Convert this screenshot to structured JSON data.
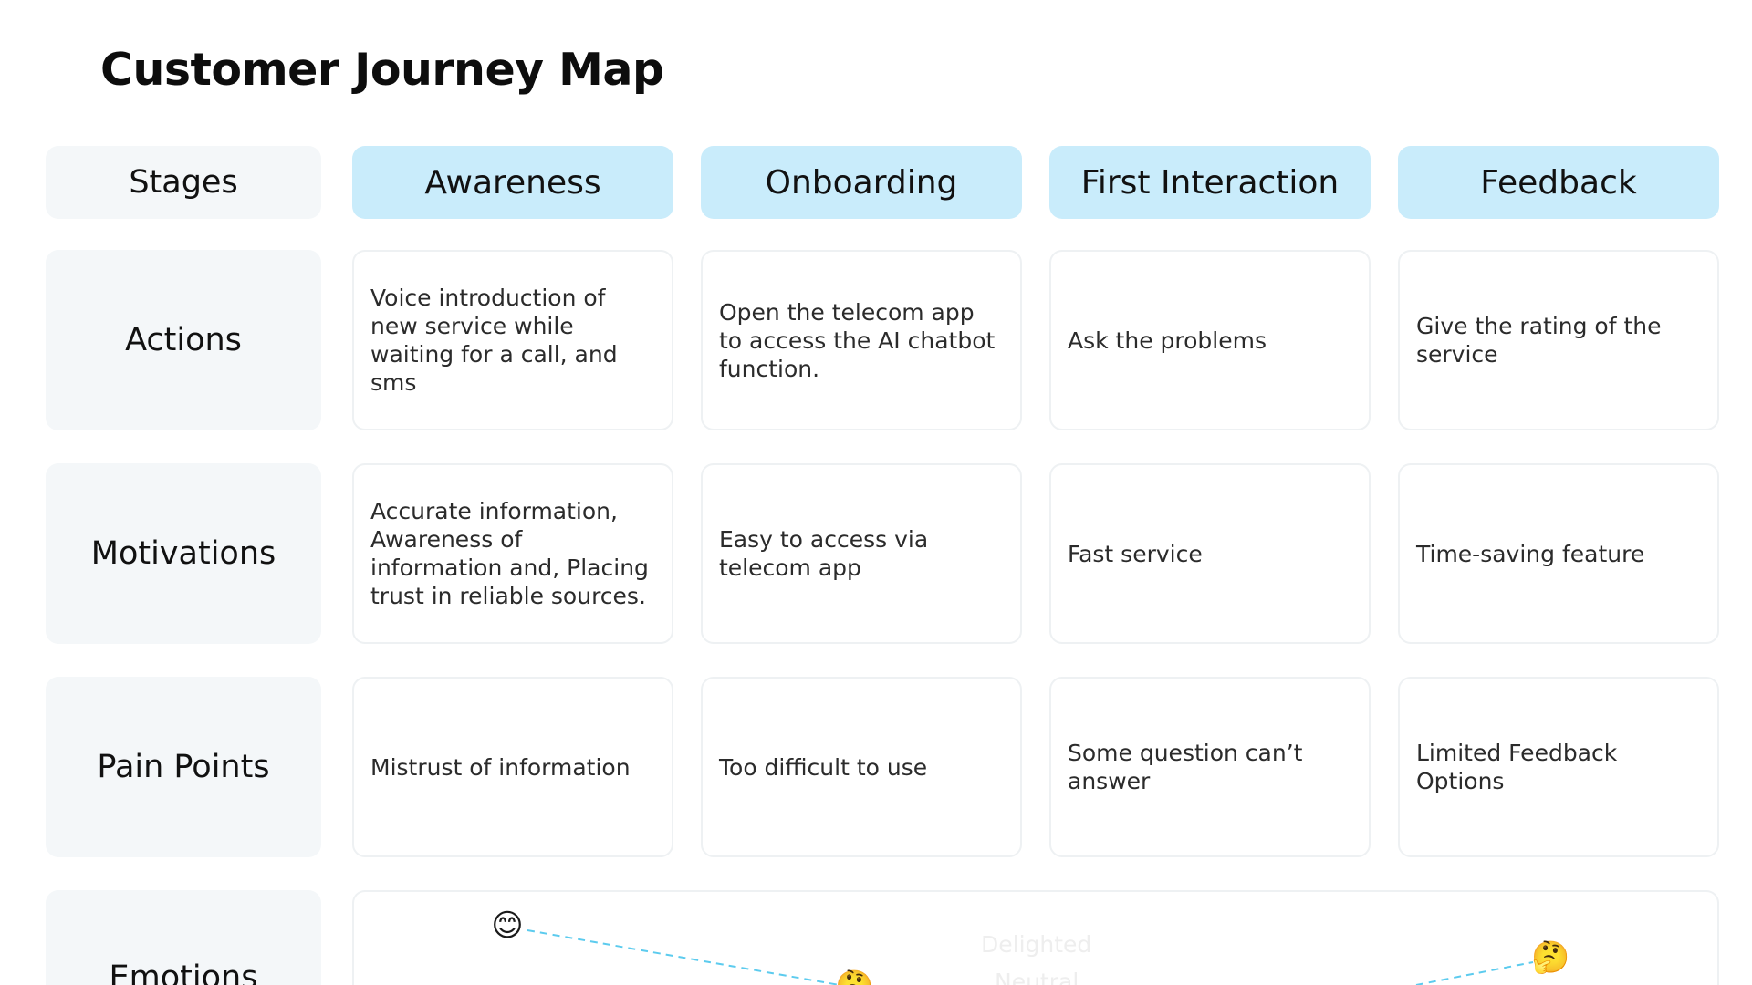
{
  "title": "Customer Journey Map",
  "stages_label": "Stages",
  "stages": [
    "Awareness",
    "Onboarding",
    "First Interaction",
    "Feedback"
  ],
  "rows": {
    "actions": {
      "label": "Actions",
      "cells": [
        "Voice introduction of new service while waiting for a call, and sms",
        "Open the telecom app to access the AI chatbot function.",
        "Ask the problems",
        "Give the rating of the service"
      ]
    },
    "motivations": {
      "label": "Motivations",
      "cells": [
        "Accurate information, Awareness of information and, Placing trust in reliable sources.",
        "Easy to access via telecom app",
        "Fast service",
        "Time-saving feature"
      ]
    },
    "pain_points": {
      "label": "Pain Points",
      "cells": [
        "Mistrust of information",
        "Too difficult to use",
        "Some question can’t answer",
        "Limited Feedback Options"
      ]
    },
    "emotions": {
      "label": "Emotions",
      "scale_labels": [
        "Delighted",
        "Neutral"
      ],
      "points": [
        {
          "stage": "Awareness",
          "emoji": "😊"
        },
        {
          "stage": "Onboarding",
          "emoji": "🤔"
        },
        {
          "stage": "Feedback",
          "emoji": "🤔"
        }
      ]
    }
  },
  "colors": {
    "stage_header_bg": "#c9ecfb",
    "label_bg": "#f4f7f9",
    "emotion_line": "#5ccbee"
  }
}
